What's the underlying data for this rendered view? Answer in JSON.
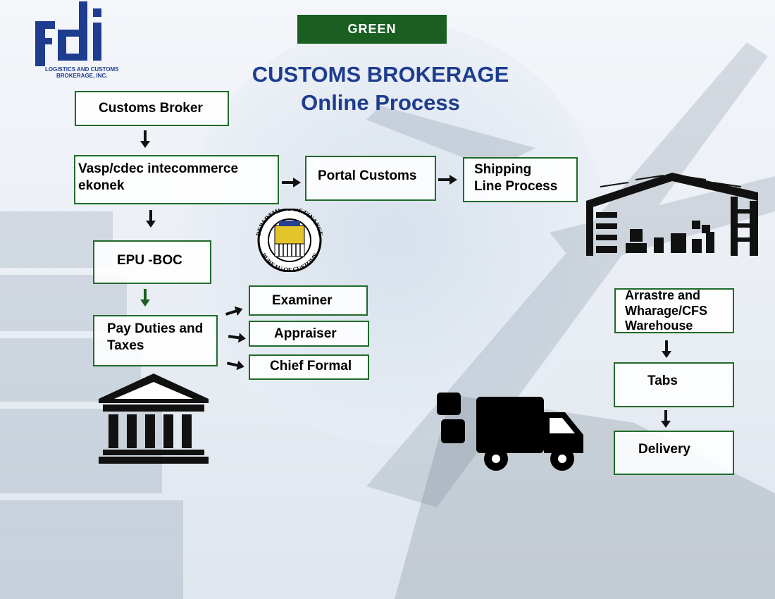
{
  "badge": "GREEN",
  "title": {
    "line1": "CUSTOMS BROKERAGE",
    "line2": "Online Process"
  },
  "logo": {
    "letters": "fdi",
    "subtitle_line1": "LOGISTICS AND CUSTOMS",
    "subtitle_line2": "BROKERAGE, INC."
  },
  "seal": {
    "top_text": "DEPARTMENT OF FINANCE",
    "bottom_text": "BUREAU OF CUSTOMS"
  },
  "nodes": {
    "customs_broker": "Customs Broker",
    "vasp": "Vasp/cdec intecommerce\nekonek",
    "portal_customs": "Portal Customs",
    "shipping_line": "Shipping\nLine Process",
    "epu_boc": "EPU -BOC",
    "pay_duties": "Pay Duties and\nTaxes",
    "examiner": "Examiner",
    "appraiser": "Appraiser",
    "chief_formal": "Chief Formal",
    "arrastre": "Arrastre and\nWharage/CFS\nWarehouse",
    "tabs": "Tabs",
    "delivery": "Delivery"
  },
  "colors": {
    "box_border": "#1f6b2b",
    "badge_bg": "#1a5e22",
    "title": "#1e3d8f",
    "green_arrow": "#1a5e22"
  }
}
